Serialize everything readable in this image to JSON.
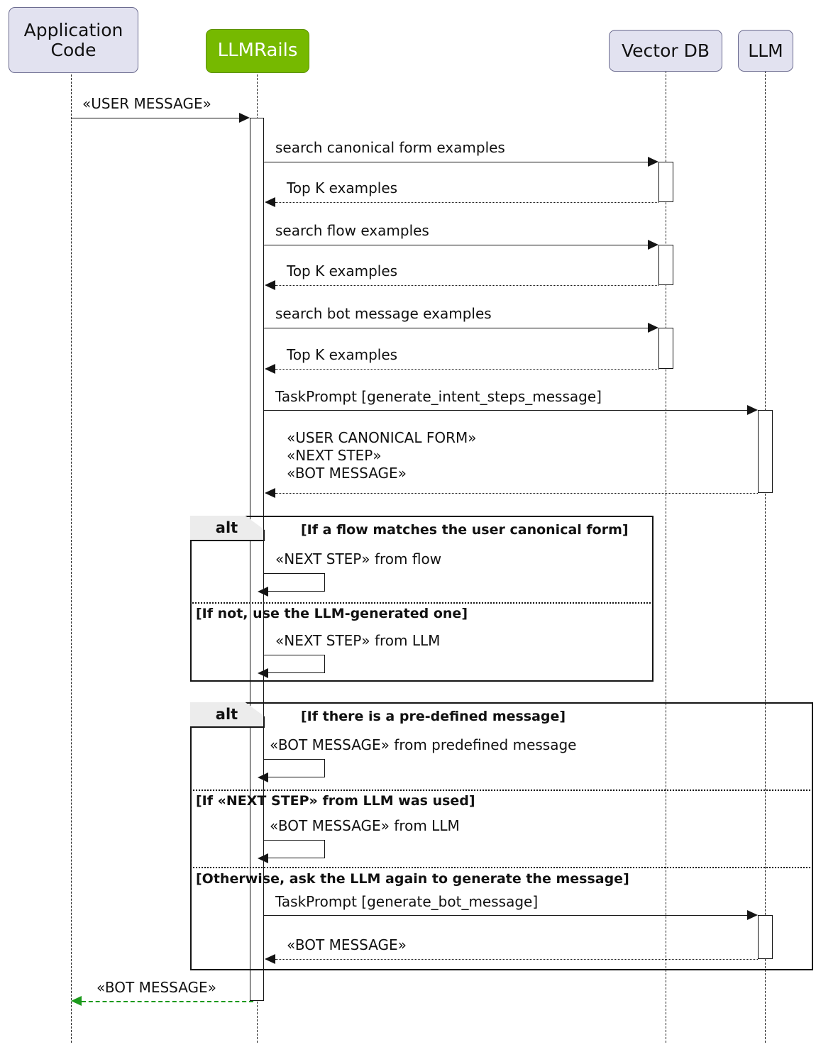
{
  "diagram": {
    "type": "uml-sequence-diagram",
    "title": "LLMRails message processing sequence",
    "colors": {
      "participant_fill": "#e2e2f0",
      "participant_stroke": "#6b6b8f",
      "highlight_fill": "#76b900",
      "highlight_text": "#ffffff",
      "line": "#141414",
      "return_accent": "#1c9a1c",
      "fragment_label_fill": "#ececec"
    }
  },
  "participants": [
    {
      "id": "app",
      "label": "Application\nCode",
      "line1": "Application",
      "line2": "Code",
      "style": "lavender"
    },
    {
      "id": "llmrails",
      "label": "LLMRails",
      "line1": "LLMRails",
      "line2": "",
      "style": "green"
    },
    {
      "id": "vectordb",
      "label": "Vector DB",
      "line1": "Vector DB",
      "line2": "",
      "style": "lavender"
    },
    {
      "id": "llm",
      "label": "LLM",
      "line1": "LLM",
      "line2": "",
      "style": "lavender"
    }
  ],
  "messages": {
    "user_message": "«USER MESSAGE»",
    "search_canonical": "search canonical form examples",
    "top_k_1": "Top K examples",
    "search_flow": "search flow examples",
    "top_k_2": "Top K examples",
    "search_bot": "search bot message examples",
    "top_k_3": "Top K examples",
    "task_prompt_intent": "TaskPrompt [generate_intent_steps_message]",
    "llm_reply_line1": "«USER CANONICAL FORM»",
    "llm_reply_line2": "«NEXT STEP»",
    "llm_reply_line3": "«BOT MESSAGE»",
    "next_step_from_flow": "«NEXT STEP» from flow",
    "next_step_from_llm": "«NEXT STEP» from LLM",
    "bot_message_predefined": "«BOT MESSAGE» from predefined message",
    "bot_message_from_llm": "«BOT MESSAGE» from LLM",
    "task_prompt_bot": "TaskPrompt [generate_bot_message]",
    "bot_message_llm_return": "«BOT MESSAGE»",
    "bot_message_final": "«BOT MESSAGE»"
  },
  "fragments": [
    {
      "id": "alt-next-step",
      "operator": "alt",
      "conditions": [
        "[If a flow matches the user canonical form]",
        "[If not, use the LLM-generated one]"
      ]
    },
    {
      "id": "alt-bot-message",
      "operator": "alt",
      "conditions": [
        "[If there is a pre-defined message]",
        "[If «NEXT STEP» from LLM was used]",
        "[Otherwise, ask the LLM again to generate the message]"
      ]
    }
  ]
}
